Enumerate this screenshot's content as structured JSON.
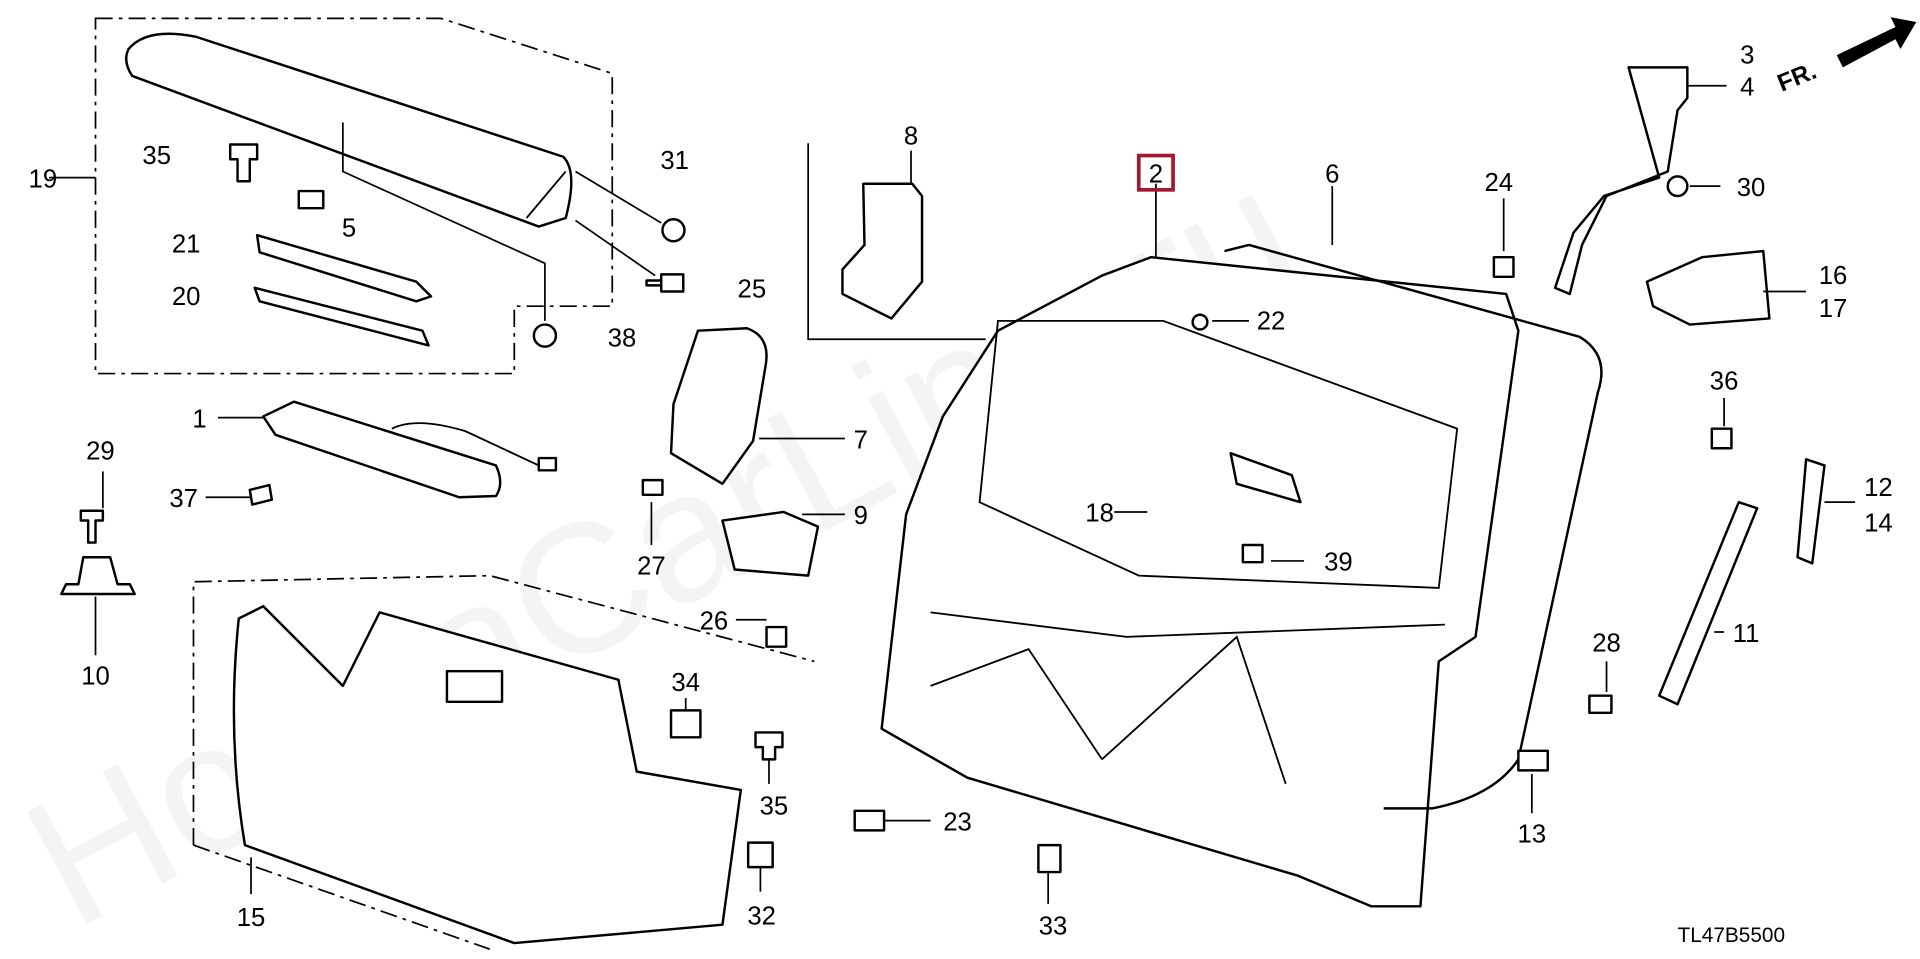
{
  "diagram": {
    "drawing_code": "TL47B5500",
    "direction_marker": "FR.",
    "highlighted_callout": "2",
    "highlight_color": "#a3182c",
    "watermark": "HondaCarLine.ru",
    "callouts": [
      "19",
      "35",
      "5",
      "21",
      "20",
      "31",
      "25",
      "38",
      "1",
      "29",
      "37",
      "10",
      "8",
      "7",
      "9",
      "27",
      "26",
      "34",
      "35",
      "32",
      "15",
      "23",
      "33",
      "2",
      "6",
      "22",
      "18",
      "39",
      "3",
      "4",
      "24",
      "30",
      "16",
      "17",
      "36",
      "12",
      "14",
      "11",
      "28",
      "13"
    ]
  }
}
